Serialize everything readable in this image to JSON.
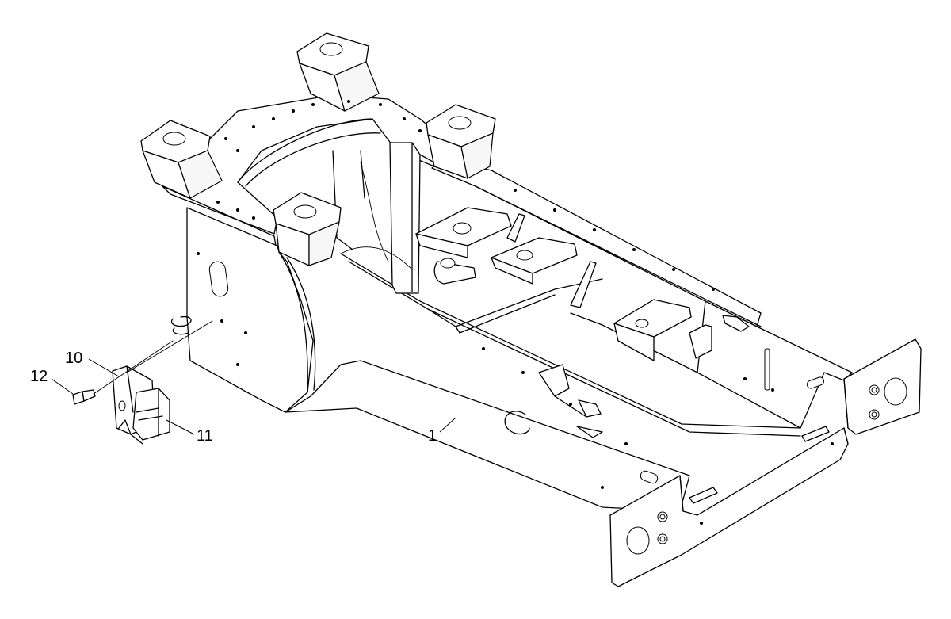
{
  "callouts": [
    {
      "id": "c1",
      "label": "1"
    },
    {
      "id": "c10",
      "label": "10"
    },
    {
      "id": "c11",
      "label": "11"
    },
    {
      "id": "c12",
      "label": "12"
    }
  ]
}
